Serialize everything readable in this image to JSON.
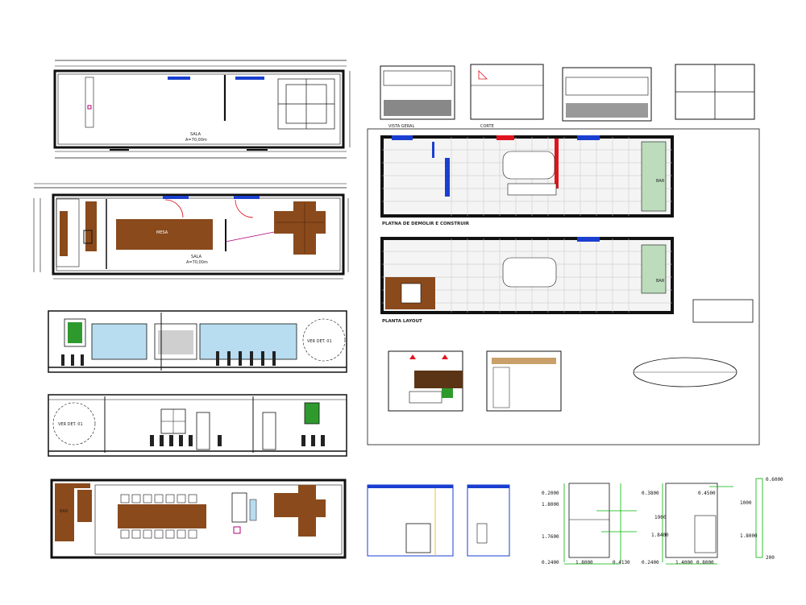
{
  "labels": {
    "sala_top": "SALA",
    "area_top": "A=70,00m",
    "sala_mid": "SALA",
    "area_mid": "A=70,00m",
    "mesa": "MESA",
    "vista_geral": "VISTA GERAL",
    "corte": "CORTE",
    "planta_demolir": "PLATNA DE DEMOLIR E CONSTRUIR",
    "planta_layout": "PLANTA LAYOUT",
    "bar_1": "BAR",
    "bar_2": "BAR",
    "bar_3": "BAR",
    "ver_det_1": "VER DET. 01",
    "ver_det_2": "VER DET. 01"
  },
  "dims_left": {
    "d1": "0.2000",
    "d2": "1.8000",
    "d3": "1.7600",
    "d4": "0.2400",
    "d5": "1.8000",
    "d6": "0.4130"
  },
  "dims_right": {
    "d1": "0.3800",
    "d2": "1900",
    "d3": "1.8400",
    "d4": "0.2400",
    "d5": "1.4000",
    "d6": "0.8000",
    "d7": "0.6000",
    "d8": "1000",
    "d9": "1.8000",
    "d10": "200",
    "d11": "0.4500"
  },
  "colors": {
    "wall": "#111111",
    "wood": "#8a4a1c",
    "dimension_green": "#00b400",
    "accent_blue": "#1a3fd0",
    "accent_red": "#e0141e",
    "accent_magenta": "#b0007a",
    "glass": "#b8dcf0",
    "plant": "#2e9a2e"
  }
}
